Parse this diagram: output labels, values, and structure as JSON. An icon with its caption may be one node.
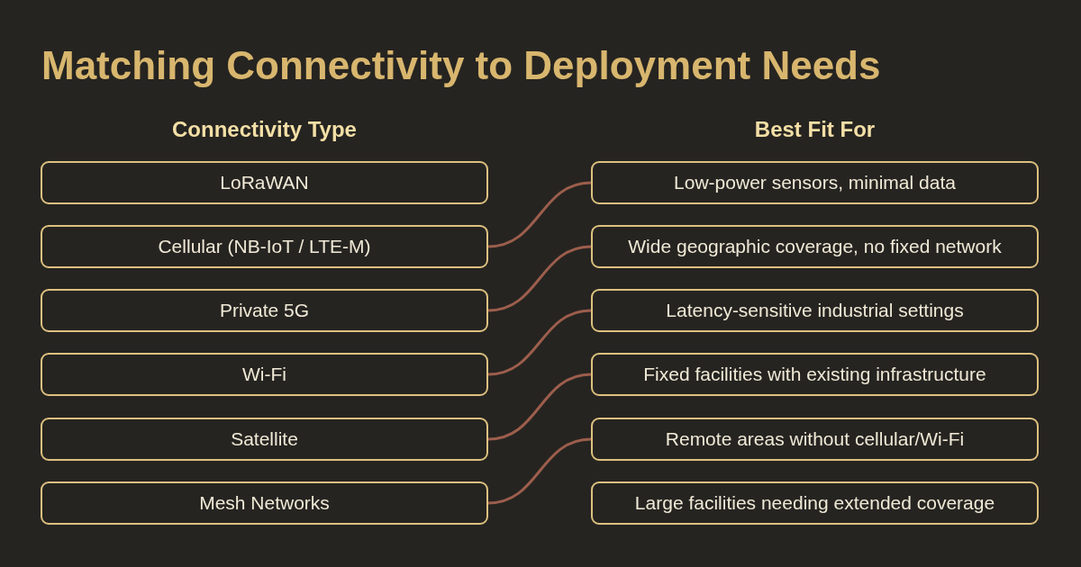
{
  "diagram": {
    "title": "Matching Connectivity to Deployment Needs",
    "nodes": [
      {
        "text": [
          "LoRaWAN"
        ]
      },
      {
        "text": [
          "Cellular (NB-IoT / LTE-M)"
        ]
      },
      {
        "text": [
          "Private 5G"
        ]
      },
      {
        "text": [
          "Wi-Fi"
        ]
      },
      {
        "text": [
          "Satellite"
        ]
      },
      {
        "text": [
          "Mesh Networks"
        ]
      },
      {
        "text": [
          "Low-power sensors, minimal data"
        ]
      },
      {
        "text": [
          "Wide geographic coverage, no fixed network"
        ]
      },
      {
        "text": [
          "Latency-sensitive industrial settings"
        ]
      },
      {
        "text": [
          "Fixed facilities with existing infrastructure"
        ]
      },
      {
        "text": [
          "Remote areas without cellular/Wi-Fi"
        ]
      },
      {
        "text": [
          "Large facilities needing extended coverage"
        ]
      }
    ],
    "edges": [
      {
        "from": 1,
        "to": 6,
        "arrow": "none"
      },
      {
        "from": 2,
        "to": 7,
        "arrow": "none"
      },
      {
        "from": 3,
        "to": 8,
        "arrow": "none"
      },
      {
        "from": 4,
        "to": 9,
        "arrow": "none"
      },
      {
        "from": 5,
        "to": 10,
        "arrow": "none"
      }
    ],
    "labels": [
      "Connectivity Type",
      "Best Fit For"
    ]
  }
}
